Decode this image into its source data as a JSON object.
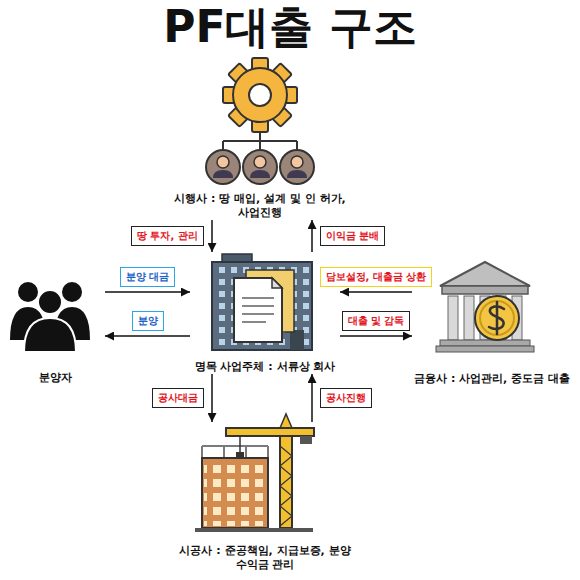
{
  "diagram": {
    "title": "PF대출 구조",
    "nodes": [
      {
        "text": [
          "시행사 : 땅 매입, 설계 및 인 허가, 사업진행"
        ]
      },
      {
        "text": [
          "분양자"
        ]
      },
      {
        "text": [
          "명목 사업주체 : 서류상 회사"
        ]
      },
      {
        "text": [
          "금융사 : 사업관리, 중도금 대출"
        ]
      },
      {
        "text": [
          "시공사 : 준공책임, 지급보증, 분양 수익금 관리"
        ]
      }
    ],
    "edges": [
      {
        "from": 0,
        "to": 2,
        "label": "땅 투자, 관리",
        "arrow": "to"
      },
      {
        "from": 2,
        "to": 0,
        "label": "이익금 분배",
        "arrow": "to"
      },
      {
        "from": 1,
        "to": 2,
        "label": "분양 대금",
        "arrow": "to"
      },
      {
        "from": 2,
        "to": 1,
        "label": "분양",
        "arrow": "to"
      },
      {
        "from": 3,
        "to": 2,
        "label": "담보설정, 대출금 상환",
        "arrow": "to"
      },
      {
        "from": 2,
        "to": 3,
        "label": "대출 및 감독",
        "arrow": "to"
      },
      {
        "from": 2,
        "to": 4,
        "label": "공사대금",
        "arrow": "to"
      },
      {
        "from": 4,
        "to": 2,
        "label": "공사진행",
        "arrow": "to"
      }
    ]
  }
}
